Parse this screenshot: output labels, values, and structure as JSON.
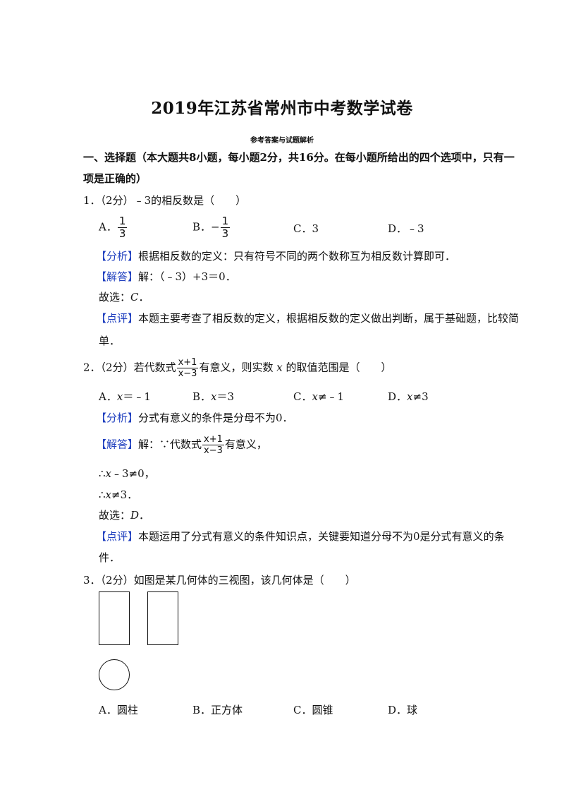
{
  "title": "2019年江苏省常州市中考数学试卷",
  "subtitle": "参考答案与试题解析",
  "section": {
    "line1": "一、选择题（本大题共8小题，每小题2分，共16分。在每小题所给出的四个选项中，只有一",
    "line2": "项是正确的）"
  },
  "q1": {
    "stem": "1．（2分）﹣3的相反数是（　　）",
    "options": {
      "a_label": "A．",
      "a_num": "1",
      "a_den": "3",
      "b_label": "B．",
      "b_sign": "−",
      "b_num": "1",
      "b_den": "3",
      "c": "C．3",
      "d": "D．﹣3"
    },
    "analysis_tag": "【分析】",
    "analysis": "根据相反数的定义：只有符号不同的两个数称互为相反数计算即可．",
    "answer_tag": "【解答】",
    "answer": "解：（﹣3）+3＝0．",
    "choice_prefix": "故选：",
    "choice": "C",
    "choice_suffix": "．",
    "comment_tag": "【点评】",
    "comment1": "本题主要考查了相反数的定义，根据相反数的定义做出判断，属于基础题，比较简",
    "comment2": "单．"
  },
  "q2": {
    "stem_pre": "2．（2分）若代数式",
    "frac_num": "x+1",
    "frac_den": "x−3",
    "stem_mid": "有意义，则实数",
    "stem_var": "x",
    "stem_post": "的取值范围是（　　）",
    "options": {
      "a_label": "A．",
      "a_expr": "x",
      "a_val": "＝﹣1",
      "b_label": "B．",
      "b_expr": "x",
      "b_val": "＝3",
      "c_label": "C．",
      "c_expr": "x",
      "c_val": "≠﹣1",
      "d_label": "D．",
      "d_expr": "x",
      "d_val": "≠3"
    },
    "analysis_tag": "【分析】",
    "analysis": "分式有意义的条件是分母不为0．",
    "answer_tag": "【解答】",
    "answer_pre": "解：∵代数式",
    "answer_post": "有意义，",
    "step1_pre": "∴",
    "step1_var": "x",
    "step1_post": "﹣3≠0，",
    "step2_pre": "∴",
    "step2_var": "x",
    "step2_post": "≠3．",
    "choice_prefix": "故选：",
    "choice": "D",
    "choice_suffix": "．",
    "comment_tag": "【点评】",
    "comment1": "本题运用了分式有意义的条件知识点，关键要知道分母不为0是分式有意义的条",
    "comment2": "件．"
  },
  "q3": {
    "stem": "3．（2分）如图是某几何体的三视图，该几何体是（　　）",
    "options": {
      "a": "A．圆柱",
      "b": "B．正方体",
      "c": "C．圆锥",
      "d": "D．球"
    }
  }
}
